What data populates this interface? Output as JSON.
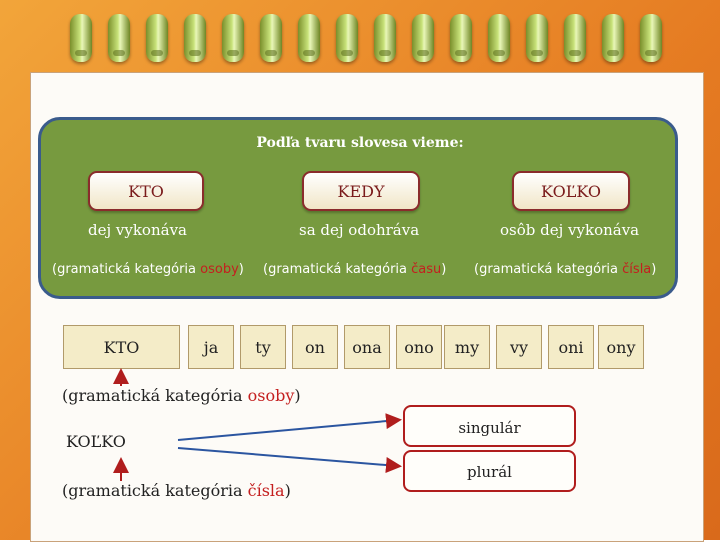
{
  "heading": "Podľa tvaru slovesa vieme:",
  "questions": [
    {
      "label": "KTO",
      "desc": "dej vykonáva",
      "cat_prefix": "(gramatická kategória ",
      "cat_word": "osoby",
      "cat_suffix": ")"
    },
    {
      "label": "KEDY",
      "desc": "sa dej odohráva",
      "cat_prefix": "(gramatická kategória ",
      "cat_word": "času",
      "cat_suffix": ")"
    },
    {
      "label": "KOĽKO",
      "desc": "osôb dej vykonáva",
      "cat_prefix": "(gramatická kategória ",
      "cat_word": "čísla",
      "cat_suffix": ")"
    }
  ],
  "kto_box": "KTO",
  "pronouns": [
    "ja",
    "ty",
    "on",
    "ona",
    "ono",
    "my",
    "vy",
    "oni",
    "ony"
  ],
  "osoby_caption": {
    "prefix": "(gramatická kategória ",
    "word": "osoby",
    "suffix": ")"
  },
  "kolko_label": "KOĽKO",
  "cisla_caption": {
    "prefix": "(gramatická kategória ",
    "word": "čísla",
    "suffix": ")"
  },
  "number_options": [
    "singulár",
    "plurál"
  ],
  "colors": {
    "panel": "#779a3f",
    "panel_border": "#3a5b8c",
    "accent_red": "#b01d1d",
    "frame": "#e57b22"
  }
}
